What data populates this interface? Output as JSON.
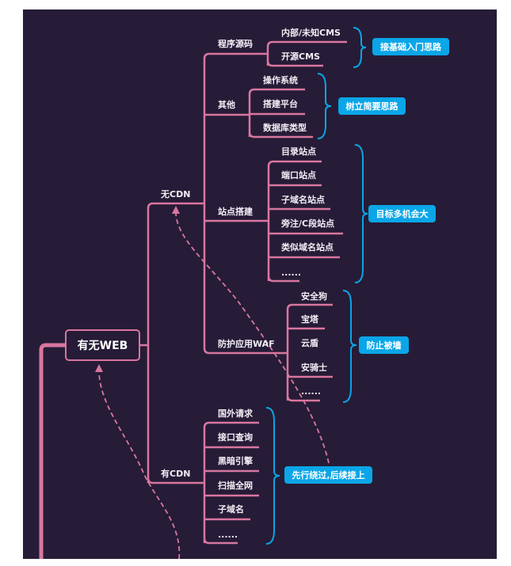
{
  "root": "有无WEB",
  "no_cdn": {
    "label": "无CDN",
    "branches": [
      {
        "label": "程序源码",
        "items": [
          "内部/未知CMS",
          "开源CMS"
        ],
        "summary": "接基础入门思路"
      },
      {
        "label": "其他",
        "items": [
          "操作系统",
          "搭建平台",
          "数据库类型"
        ],
        "summary": "树立简要思路"
      },
      {
        "label": "站点搭建",
        "items": [
          "目录站点",
          "端口站点",
          "子域名站点",
          "旁注/C段站点",
          "类似域名站点",
          "......"
        ],
        "summary": "目标多机会大"
      },
      {
        "label": "防护应用WAF",
        "items": [
          "安全狗",
          "宝塔",
          "云盾",
          "安骑士",
          "......"
        ],
        "summary": "防止被墙"
      }
    ]
  },
  "has_cdn": {
    "label": "有CDN",
    "items": [
      "国外请求",
      "接口查询",
      "黑暗引擎",
      "扫描全网",
      "子域名",
      "......"
    ],
    "summary": "先行绕过,后续接上"
  },
  "colors": {
    "background": "#261c37",
    "branch": "#d9769f",
    "summary": "#0aa6e8"
  }
}
